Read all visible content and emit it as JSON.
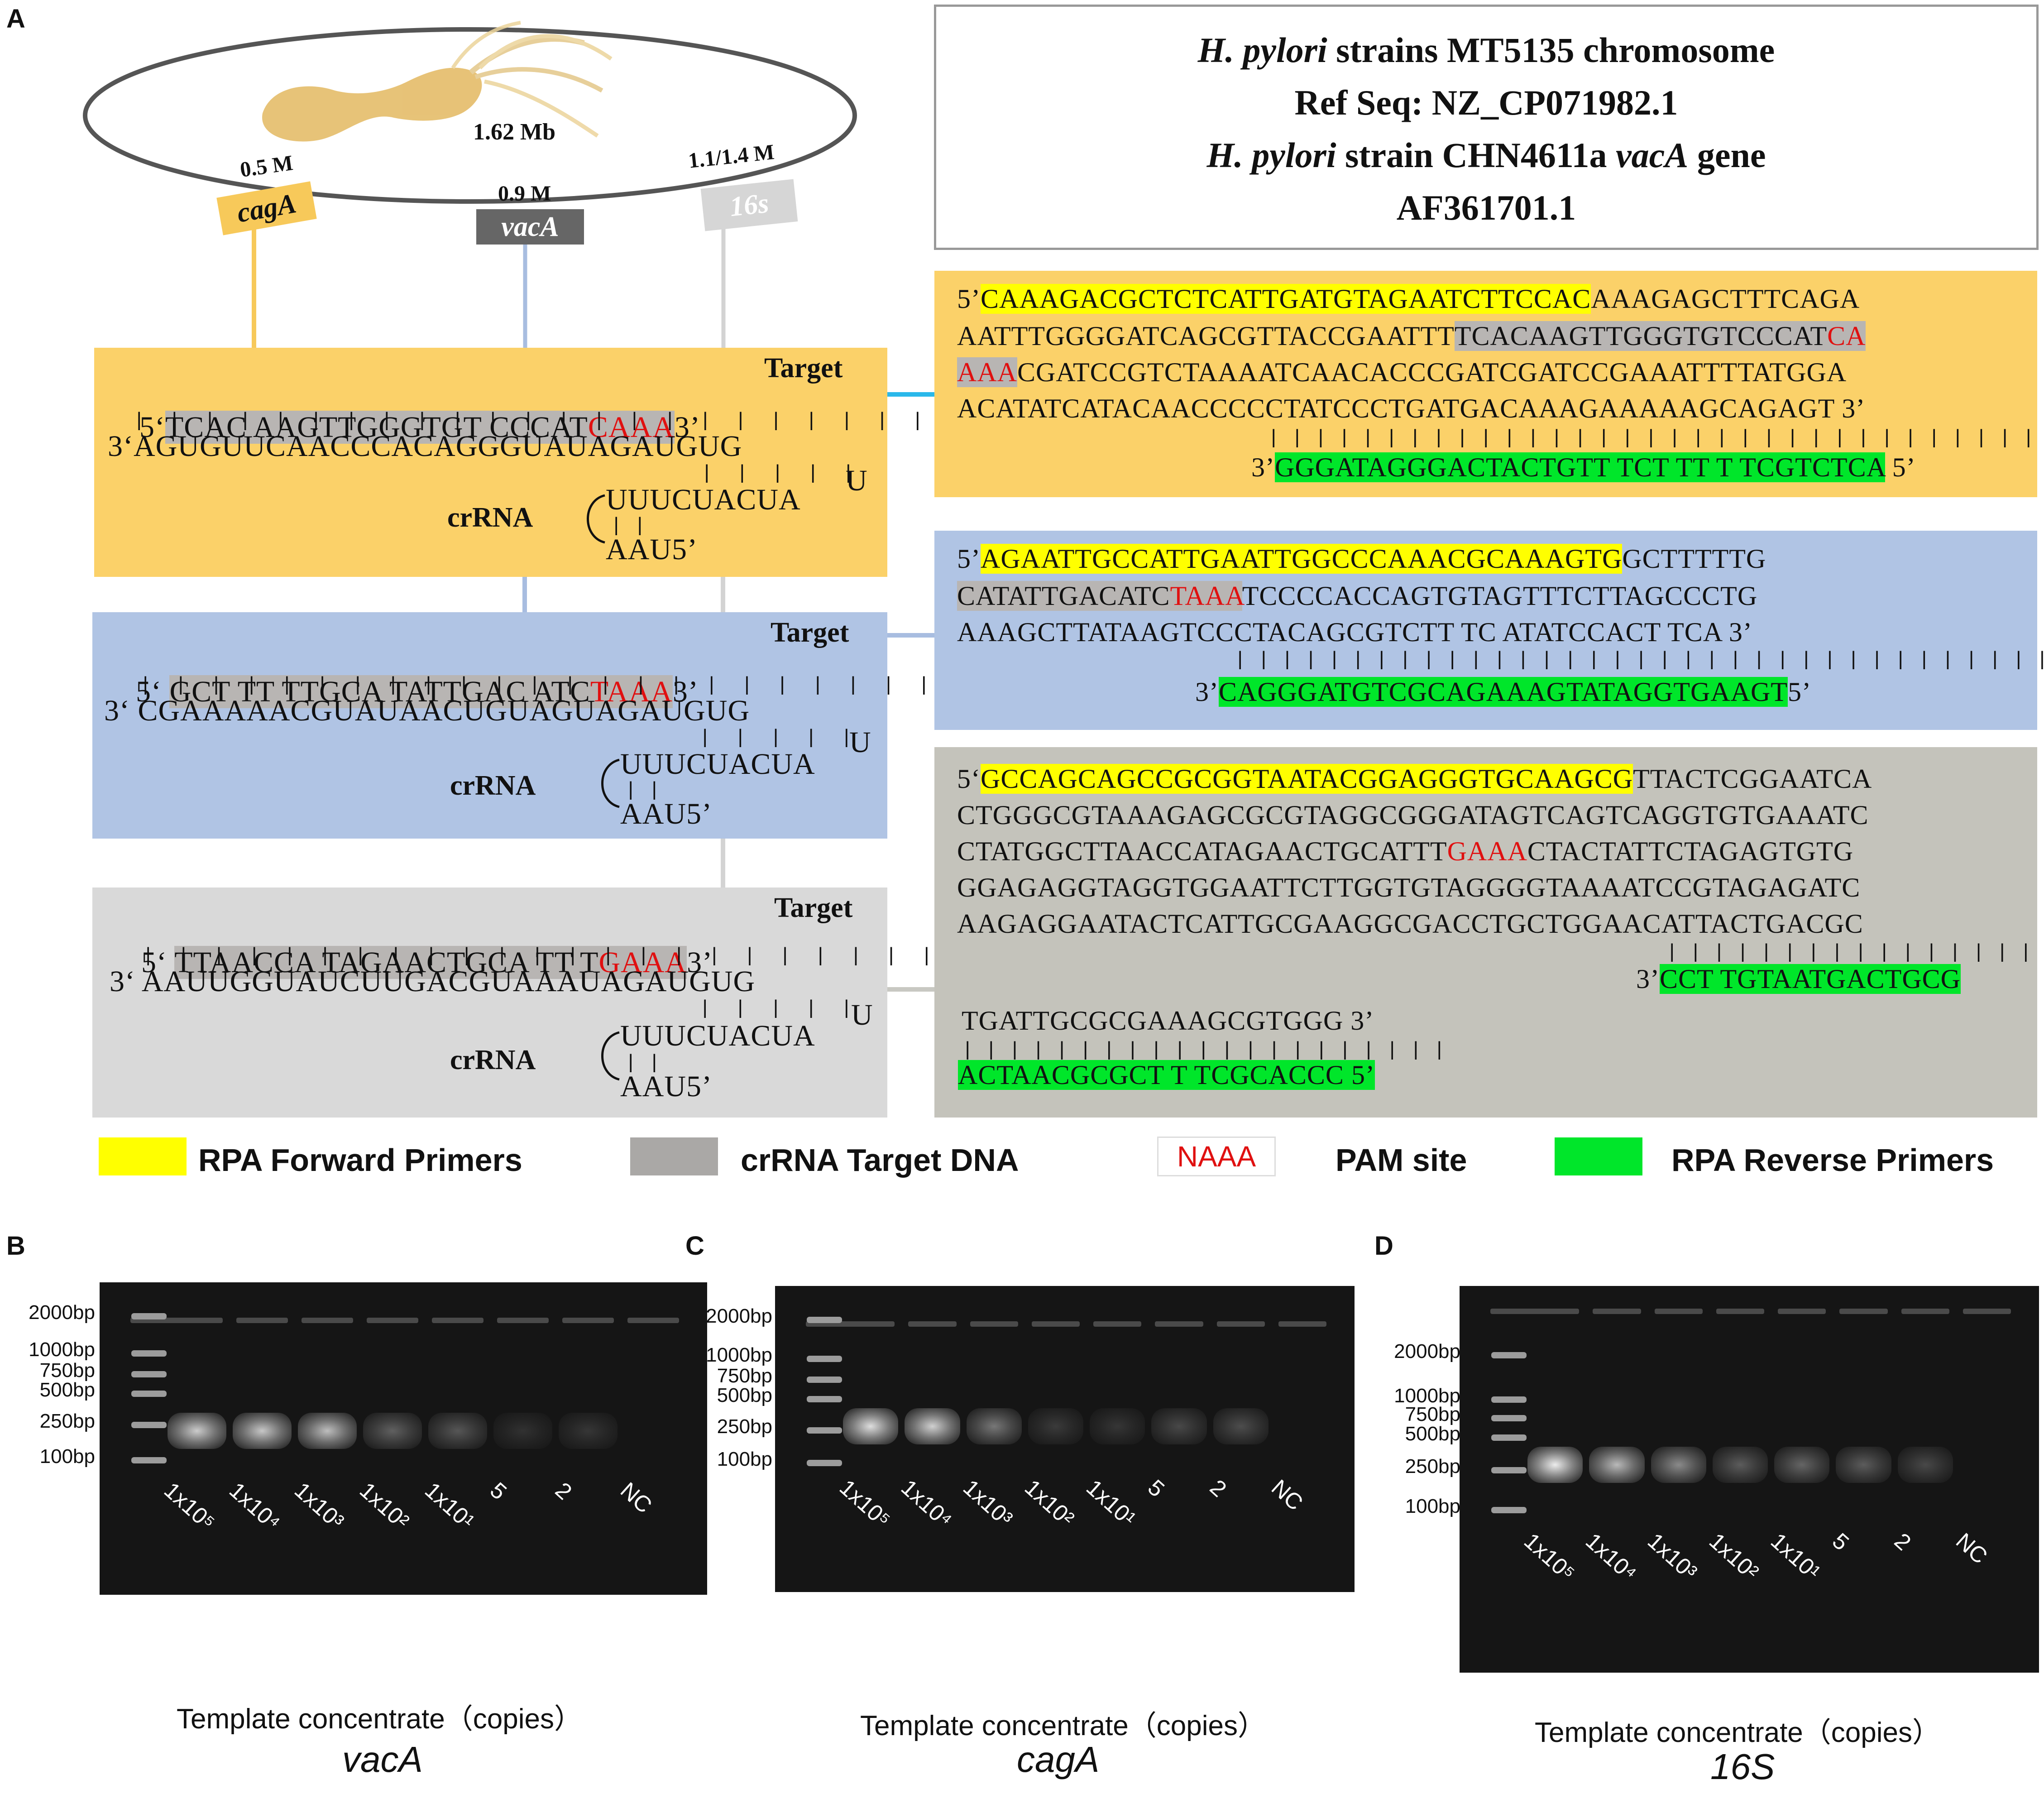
{
  "panel_labels": {
    "a": "A",
    "b": "B",
    "c": "C",
    "d": "D"
  },
  "chromosome": {
    "size": "1.62 Mb",
    "genes": [
      {
        "name": "cagA",
        "pos": "0.5 M",
        "color": "#f7c95a"
      },
      {
        "name": "vacA",
        "pos": "0.9 M",
        "color": "#666666"
      },
      {
        "name": "16s",
        "pos": "1.1/1.4 M",
        "color": "#d6d6d6"
      }
    ]
  },
  "info": {
    "line1_italic": "H. pylori",
    "line1_rest": " strains MT5135 chromosome",
    "line2": "Ref Seq: NZ_CP071982.1",
    "line3_italic": "H. pylori",
    "line3_mid": " strain CHN4611a ",
    "line3_gene": "vacA",
    "line3_end": " gene",
    "line4": "AF361701.1"
  },
  "crrna_panels": [
    {
      "gene": "cagA",
      "color": "#fbd169",
      "target_label": "Target",
      "crrna_label": "crRNA",
      "dna_prefix": "5‘",
      "dna_gray": "TCAC AAGTTGGGTGT CCCAT",
      "dna_pam": "CAAA",
      "dna_suffix": "3’",
      "rna_line": "3‘AGUGUUCAACCCACAGGGUAUAGAUGUG",
      "loop_u": "U",
      "stem_top": "UUUCUACUA",
      "stem_bottom": "AAU5’"
    },
    {
      "gene": "vacA",
      "color": "#b0c4e4",
      "target_label": "Target",
      "crrna_label": "crRNA",
      "dna_prefix": "5‘ ",
      "dna_gray": "GCT TT TTGCA TATTGAC ATC",
      "dna_pam": "TAAA",
      "dna_suffix": "3’",
      "rna_line": "3‘ CGAAAAACGUAUAACUGUAGUAGAUGUG",
      "loop_u": "U",
      "stem_top": "UUUCUACUA",
      "stem_bottom": "AAU5’"
    },
    {
      "gene": "16S",
      "color": "#d9d9d9",
      "target_label": "Target",
      "crrna_label": "crRNA",
      "dna_prefix": "5‘ ",
      "dna_gray": "TTAACCA TAGAACTGCA TT T",
      "dna_pam": "GAAA",
      "dna_suffix": "3’",
      "rna_line": "3‘ AAUUGGUAUCUUGACGUAAAUAGAUGUG",
      "loop_u": "U",
      "stem_top": "UUUCUACUA",
      "stem_bottom": "AAU5’"
    }
  ],
  "amplicons": [
    {
      "gene": "cagA",
      "color": "#fbd169",
      "l1_pre": "5’",
      "l1_fwd": "CAAAGACGCTCTCATTGATGTAGAATCTTCCAC",
      "l1_rest": "AAAGAGCTTTCAGA",
      "l2_plain": "AATTTGGGGATCAGCGTTACCGAATTT",
      "l2_gray": "TCACAAGTTGGGTGTCCCAT",
      "l2_pam": "CA",
      "l3_pam": "AAA",
      "l3_rest": "CGATCCGTCTAAAATCAACACCCGATCGATCCGAAATTTTATGGA",
      "l4": "ACATATCATACAACCCCCTATCCCTGATGACAAAGAAAAAGCAGAGT 3’",
      "rev_pre": "3’",
      "rev": "GGGATAGGGACTACTGTT TCT TT T TCGTCTCA",
      "rev_suf": " 5’"
    },
    {
      "gene": "vacA",
      "color": "#b0c4e4",
      "l1_pre": "5’",
      "l1_fwd": "AGAATTGCCATTGAATTGGCCCAAACGCAAAGTG",
      "l1_rest": "GCTTTTTG",
      "l2_gray": "CATATTGACATC",
      "l2_pam": "TAAA",
      "l2_rest": "TCCCCACCAGTGTAGTTTCTTAGCCCTG",
      "l3": "AAAGCTTATAAGTCCCTACAGCGTCTT TC ATATCCACT TCA 3’",
      "rev_pre": "3’",
      "rev": "CAGGGATGTCGCAGAAAGTATAGGTGAAGT",
      "rev_suf": "5’"
    },
    {
      "gene": "16S",
      "color": "#c4c3bb",
      "l1_pre": "5‘",
      "l1_fwd": "GCCAGCAGCCGCGGTAATACGGAGGGTGCAAGCG",
      "l1_rest": "TTACTCGGAATCA",
      "l2": "CTGGGCGTAAAGAGCGCGTAGGCGGGATAGTCAGTCAGGTGTGAAATC",
      "l3_plain": "CTATGGCTTAACCATAGAACTGCATTT",
      "l3_pam": "GAAA",
      "l3_rest": "CTACTATTCTAGAGTGTG",
      "l4": "GGAGAGGTAGGTGGAATTCTTGGTGTAGGGGTAAAATCCGTAGAGATC",
      "l5": "AAGAGGAATACTCATTGCGAAGGCGACCTGCTGGAACATTACTGACGC",
      "rev1_pre": "3’",
      "rev1": "CCT TGTAATGACTGCG",
      "l6": "TGATTGCGCGAAAGCGTGGG 3’",
      "rev2": "ACTAACGCGCT T TCGCACCC 5’"
    }
  ],
  "legend": [
    {
      "swatch": "#ffff00",
      "label": "RPA Forward Primers"
    },
    {
      "swatch": "#aaa8a6",
      "label": "crRNA Target DNA"
    },
    {
      "swatch_text": "NAAA",
      "label": "PAM site"
    },
    {
      "swatch": "#00e62a",
      "label": "RPA Reverse Primers"
    }
  ],
  "gels": [
    {
      "panel": "B",
      "gene": "vacA",
      "ladder": [
        "2000bp",
        "1000bp",
        "750bp",
        "500bp",
        "250bp",
        "100bp"
      ],
      "lanes": [
        "1x10⁵",
        "1x10⁴",
        "1x10³",
        "1x10²",
        "1x10¹",
        "5",
        "2",
        "NC"
      ],
      "band_intensity": [
        0.78,
        0.76,
        0.72,
        0.32,
        0.28,
        0.12,
        0.14,
        0
      ],
      "xlabel": "Template concentrate（copies）"
    },
    {
      "panel": "C",
      "gene": "cagA",
      "ladder": [
        "2000bp",
        "1000bp",
        "750bp",
        "500bp",
        "250bp",
        "100bp"
      ],
      "lanes": [
        "1x10⁵",
        "1x10⁴",
        "1x10³",
        "1x10²",
        "1x10¹",
        "5",
        "2",
        "NC"
      ],
      "band_intensity": [
        0.86,
        0.8,
        0.42,
        0.16,
        0.14,
        0.22,
        0.24,
        0
      ],
      "xlabel": "Template concentrate（copies）"
    },
    {
      "panel": "D",
      "gene": "16S",
      "ladder": [
        "2000bp",
        "1000bp",
        "750bp",
        "500bp",
        "250bp",
        "100bp"
      ],
      "lanes": [
        "1x10⁵",
        "1x10⁴",
        "1x10³",
        "1x10²",
        "1x10¹",
        "5",
        "2",
        "NC"
      ],
      "band_intensity": [
        0.92,
        0.7,
        0.5,
        0.3,
        0.34,
        0.3,
        0.22,
        0
      ],
      "xlabel": "Template concentrate（copies）"
    }
  ]
}
